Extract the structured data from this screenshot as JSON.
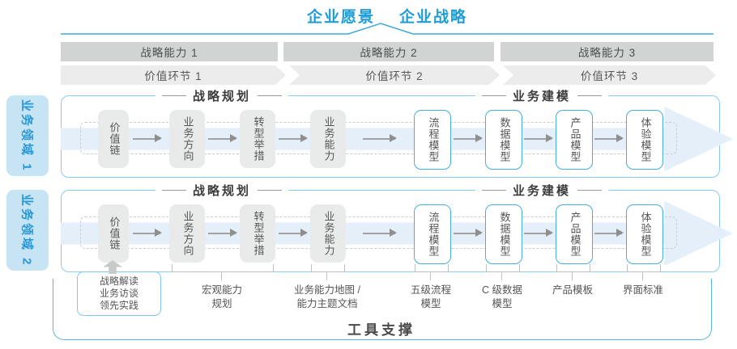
{
  "title": {
    "vision": "企业愿景",
    "strategy": "企业战略"
  },
  "capability_bar": [
    "战略能力 1",
    "战略能力 2",
    "战略能力 3"
  ],
  "value_chain_bar": [
    "价值环节 1",
    "价值环节 2",
    "价值环节 3"
  ],
  "domains": [
    {
      "label": "业务领域 1",
      "planning_header": "战略规划",
      "modeling_header": "业务建模",
      "gray_boxes": [
        "价值链",
        "业务方向",
        "转型举措",
        "业务能力"
      ],
      "blue_boxes": [
        "流程模型",
        "数据模型",
        "产品模型",
        "体验模型"
      ]
    },
    {
      "label": "业务领域 2",
      "planning_header": "战略规划",
      "modeling_header": "业务建模",
      "gray_boxes": [
        "价值链",
        "业务方向",
        "转型举措",
        "业务能力"
      ],
      "blue_boxes": [
        "流程模型",
        "数据模型",
        "产品模型",
        "体验模型"
      ]
    }
  ],
  "annotations": {
    "practice_box_lines": [
      "战略解读",
      "业务访谈",
      "领先实践"
    ],
    "labels": [
      {
        "lines": [
          "宏观能力",
          "规划"
        ]
      },
      {
        "lines": [
          "业务能力地图 /",
          "能力主题文档"
        ]
      },
      {
        "lines": [
          "五级流程",
          "模型"
        ]
      },
      {
        "lines": [
          "C 级数据",
          "模型"
        ]
      },
      {
        "lines": [
          "产品模板"
        ]
      },
      {
        "lines": [
          "界面标准"
        ]
      }
    ]
  },
  "footer": {
    "tool_support": "工具支撑"
  },
  "colors": {
    "accent_blue": "#1e9cd7",
    "box_border_blue": "#45aee1",
    "panel_border_blue": "#8ccbec",
    "side_label_bg": "#c7e4f5",
    "flow_band": "#e4effa",
    "capability_bar_bg": "#d2d3d3",
    "value_bar_bg": "#ececec"
  }
}
